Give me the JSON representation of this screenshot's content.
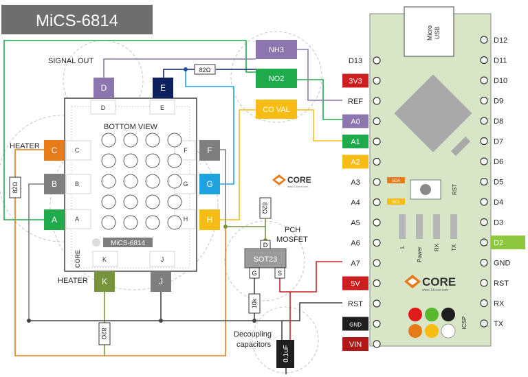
{
  "title": "MiCS-6814",
  "sensor": {
    "signal_out_label": "SIGNAL OUT",
    "bottom_view_label": "BOTTOM VIEW",
    "heater_top_label": "HEATER",
    "heater_bottom_label": "HEATER",
    "chip_label": "MiCS-6814",
    "pins": {
      "D": "D",
      "E": "E",
      "C": "C",
      "B": "B",
      "A": "A",
      "F": "F",
      "G": "G",
      "H": "H",
      "K": "K",
      "J": "J"
    }
  },
  "signals": {
    "nh3": "NH3",
    "no2": "NO2",
    "co_val": "CO VAL"
  },
  "resistors": {
    "r_top": "82Ω",
    "r_left": "82Ω",
    "r_bottom": "82Ω",
    "r_gate": "82Ω",
    "r_pulldown": "10k"
  },
  "mosfet": {
    "title_line1": "PCH",
    "title_line2": "MOSFET",
    "package": "SOT23",
    "pin_d": "D",
    "pin_g": "G",
    "pin_s": "S"
  },
  "capacitor": {
    "label_line1": "Decoupling",
    "label_line2": "capacitors",
    "value": "0.1uF"
  },
  "arduino": {
    "usb_line1": "Micro",
    "usb_line2": "USB",
    "rst_button": "RST",
    "sda_label": "SDA",
    "scl_label": "SCL",
    "led_labels": [
      "L",
      "Power",
      "RX",
      "TX"
    ],
    "icsp": "ICSP",
    "left_pins": [
      "D13",
      "3V3",
      "REF",
      "A0",
      "A1",
      "A2",
      "A3",
      "A4",
      "A5",
      "A6",
      "A7",
      "5V",
      "RST",
      "GND",
      "VIN"
    ],
    "right_pins": [
      "D12",
      "D11",
      "D10",
      "D9",
      "D8",
      "D7",
      "D6",
      "D5",
      "D4",
      "D3",
      "D2",
      "GND",
      "RST",
      "RX",
      "TX"
    ]
  },
  "logo": {
    "word": "CORE",
    "url": "www.14core.com"
  },
  "colors": {
    "green": "#1faa4b",
    "orange": "#e57b19",
    "gray": "#7f7f7f",
    "purple": "#8c76ad",
    "navy": "#0c2060",
    "blue": "#1fa3e0",
    "yellow": "#f7bd15",
    "olive": "#77943c",
    "red": "#cc1f1f",
    "board": "#d9e5c7",
    "black": "#1e1e1e",
    "title_bg": "#6e6e6e"
  }
}
